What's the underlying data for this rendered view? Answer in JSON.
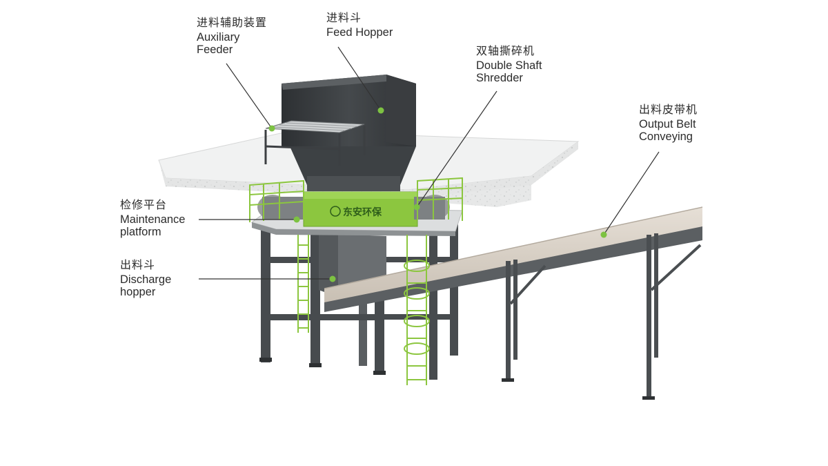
{
  "labels": {
    "auxiliary_feeder": {
      "zh": "进料辅助装置",
      "en": [
        "Auxiliary",
        "Feeder"
      ]
    },
    "feed_hopper": {
      "zh": "进料斗",
      "en": [
        "Feed Hopper"
      ]
    },
    "double_shaft_shredder": {
      "zh": "双轴撕碎机",
      "en": [
        "Double Shaft",
        "Shredder"
      ]
    },
    "output_belt": {
      "zh": "出料皮带机",
      "en": [
        "Output Belt",
        "Conveying"
      ]
    },
    "maintenance_platform": {
      "zh": "检修平台",
      "en": [
        "Maintenance",
        "platform"
      ]
    },
    "discharge_hopper": {
      "zh": "出料斗",
      "en": [
        "Discharge",
        "hopper"
      ]
    }
  },
  "machine_logo": "东安环保",
  "colors": {
    "accent_green": "#8cc63f",
    "dot_green": "#7dc242",
    "steel_dark": "#3c3f42",
    "steel_mid": "#55595c",
    "floor_slab": "#e9eaea",
    "belt": "#d9d1c7",
    "leader_line": "#333333"
  }
}
